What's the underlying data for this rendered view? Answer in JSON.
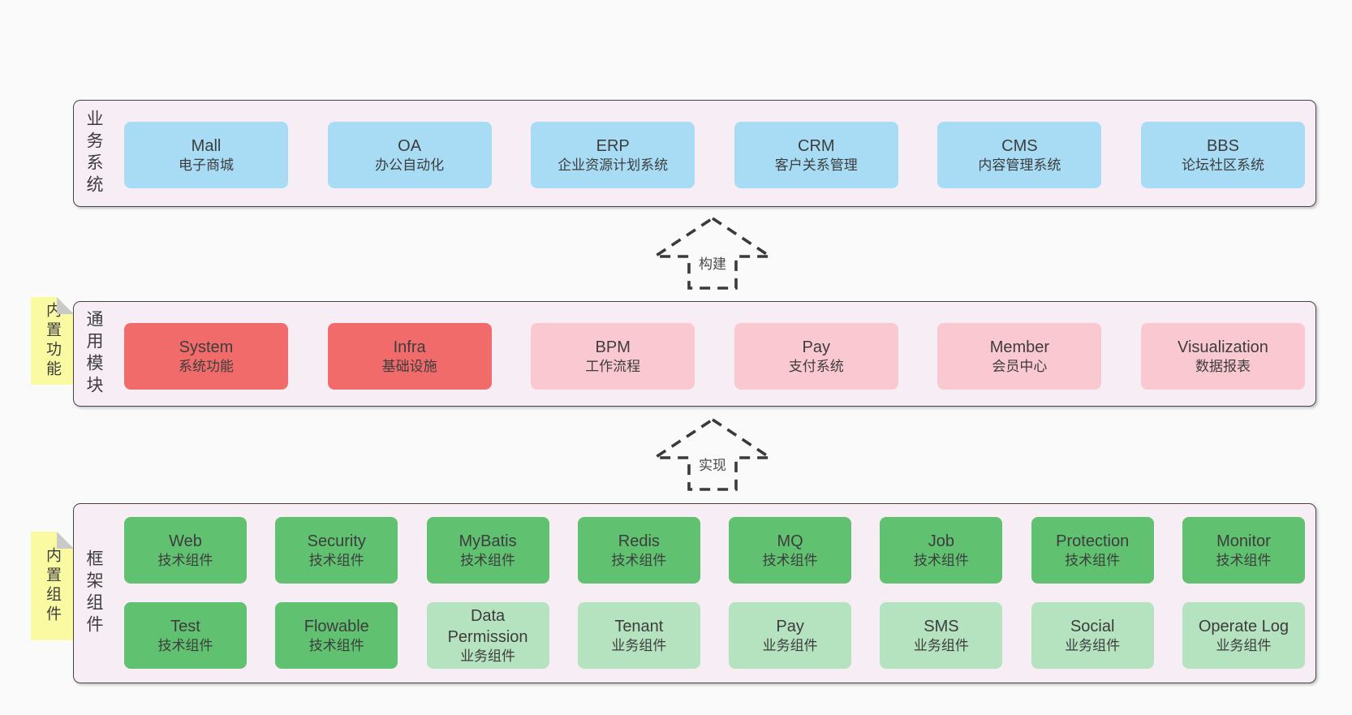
{
  "colors": {
    "pageBg": "#FAFAFA",
    "layerBg": "#F7EDF5",
    "borderCol": "#454545",
    "textCol": "#3D3D3D",
    "blue": "#A8DCF5",
    "red": "#F16B6B",
    "pink": "#FAC8D1",
    "green": "#60C170",
    "lightGreen": "#B5E2BF",
    "sticky": "#FAFAA3",
    "fold": "#C9C9C9",
    "arrowStroke": "#3A3A3A"
  },
  "layers": [
    {
      "label": "业务系统",
      "sticky": null,
      "rows": [
        [
          {
            "en": "Mall",
            "zh": "电子商城",
            "variant": "blue"
          },
          {
            "en": "OA",
            "zh": "办公自动化",
            "variant": "blue"
          },
          {
            "en": "ERP",
            "zh": "企业资源计划系统",
            "variant": "blue"
          },
          {
            "en": "CRM",
            "zh": "客户关系管理",
            "variant": "blue"
          },
          {
            "en": "CMS",
            "zh": "内容管理系统",
            "variant": "blue"
          },
          {
            "en": "BBS",
            "zh": "论坛社区系统",
            "variant": "blue"
          }
        ]
      ]
    },
    {
      "label": "通用模块",
      "sticky": "内置功能",
      "rows": [
        [
          {
            "en": "System",
            "zh": "系统功能",
            "variant": "red"
          },
          {
            "en": "Infra",
            "zh": "基础设施",
            "variant": "red"
          },
          {
            "en": "BPM",
            "zh": "工作流程",
            "variant": "pink"
          },
          {
            "en": "Pay",
            "zh": "支付系统",
            "variant": "pink"
          },
          {
            "en": "Member",
            "zh": "会员中心",
            "variant": "pink"
          },
          {
            "en": "Visualization",
            "zh": "数据报表",
            "variant": "pink"
          }
        ]
      ]
    },
    {
      "label": "框架组件",
      "sticky": "内置组件",
      "rows": [
        [
          {
            "en": "Web",
            "zh": "技术组件",
            "variant": "green"
          },
          {
            "en": "Security",
            "zh": "技术组件",
            "variant": "green"
          },
          {
            "en": "MyBatis",
            "zh": "技术组件",
            "variant": "green"
          },
          {
            "en": "Redis",
            "zh": "技术组件",
            "variant": "green"
          },
          {
            "en": "MQ",
            "zh": "技术组件",
            "variant": "green"
          },
          {
            "en": "Job",
            "zh": "技术组件",
            "variant": "green"
          },
          {
            "en": "Protection",
            "zh": "技术组件",
            "variant": "green"
          },
          {
            "en": "Monitor",
            "zh": "技术组件",
            "variant": "green"
          }
        ],
        [
          {
            "en": "Test",
            "zh": "技术组件",
            "variant": "green"
          },
          {
            "en": "Flowable",
            "zh": "技术组件",
            "variant": "green"
          },
          {
            "en": "Data Permission",
            "zh": "业务组件",
            "variant": "lightgreen"
          },
          {
            "en": "Tenant",
            "zh": "业务组件",
            "variant": "lightgreen"
          },
          {
            "en": "Pay",
            "zh": "业务组件",
            "variant": "lightgreen"
          },
          {
            "en": "SMS",
            "zh": "业务组件",
            "variant": "lightgreen"
          },
          {
            "en": "Social",
            "zh": "业务组件",
            "variant": "lightgreen"
          },
          {
            "en": "Operate Log",
            "zh": "业务组件",
            "variant": "lightgreen"
          }
        ]
      ]
    }
  ],
  "arrows": [
    {
      "label": "构建"
    },
    {
      "label": "实现"
    }
  ]
}
